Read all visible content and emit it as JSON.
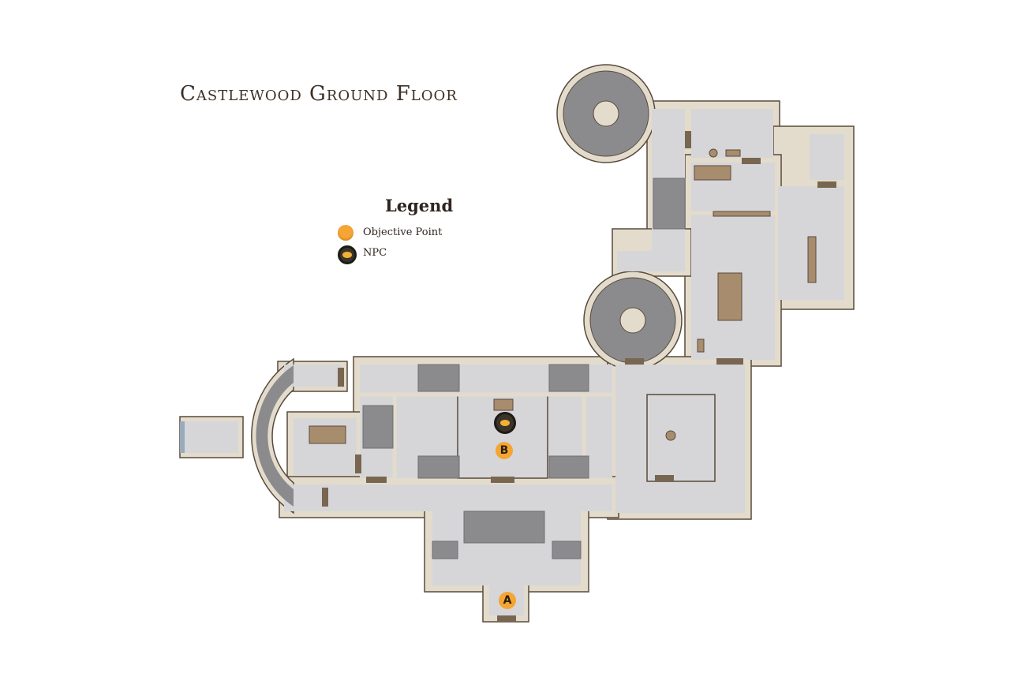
{
  "map": {
    "title": "Castlewood Ground Floor",
    "legend": {
      "title": "Legend",
      "items": [
        {
          "icon": "objective-point-icon",
          "label": "Objective Point"
        },
        {
          "icon": "npc-icon",
          "label": "NPC"
        }
      ]
    },
    "markers": [
      {
        "label": "A",
        "type": "objective"
      },
      {
        "label": "B",
        "type": "objective"
      }
    ],
    "colors": {
      "wall": "#e3dccc",
      "wall_stroke": "#5a4a3b",
      "floor": "#d6d6d9",
      "stairs": "#8b8b8e",
      "door": "#786650",
      "objective": "#f5a533"
    }
  }
}
